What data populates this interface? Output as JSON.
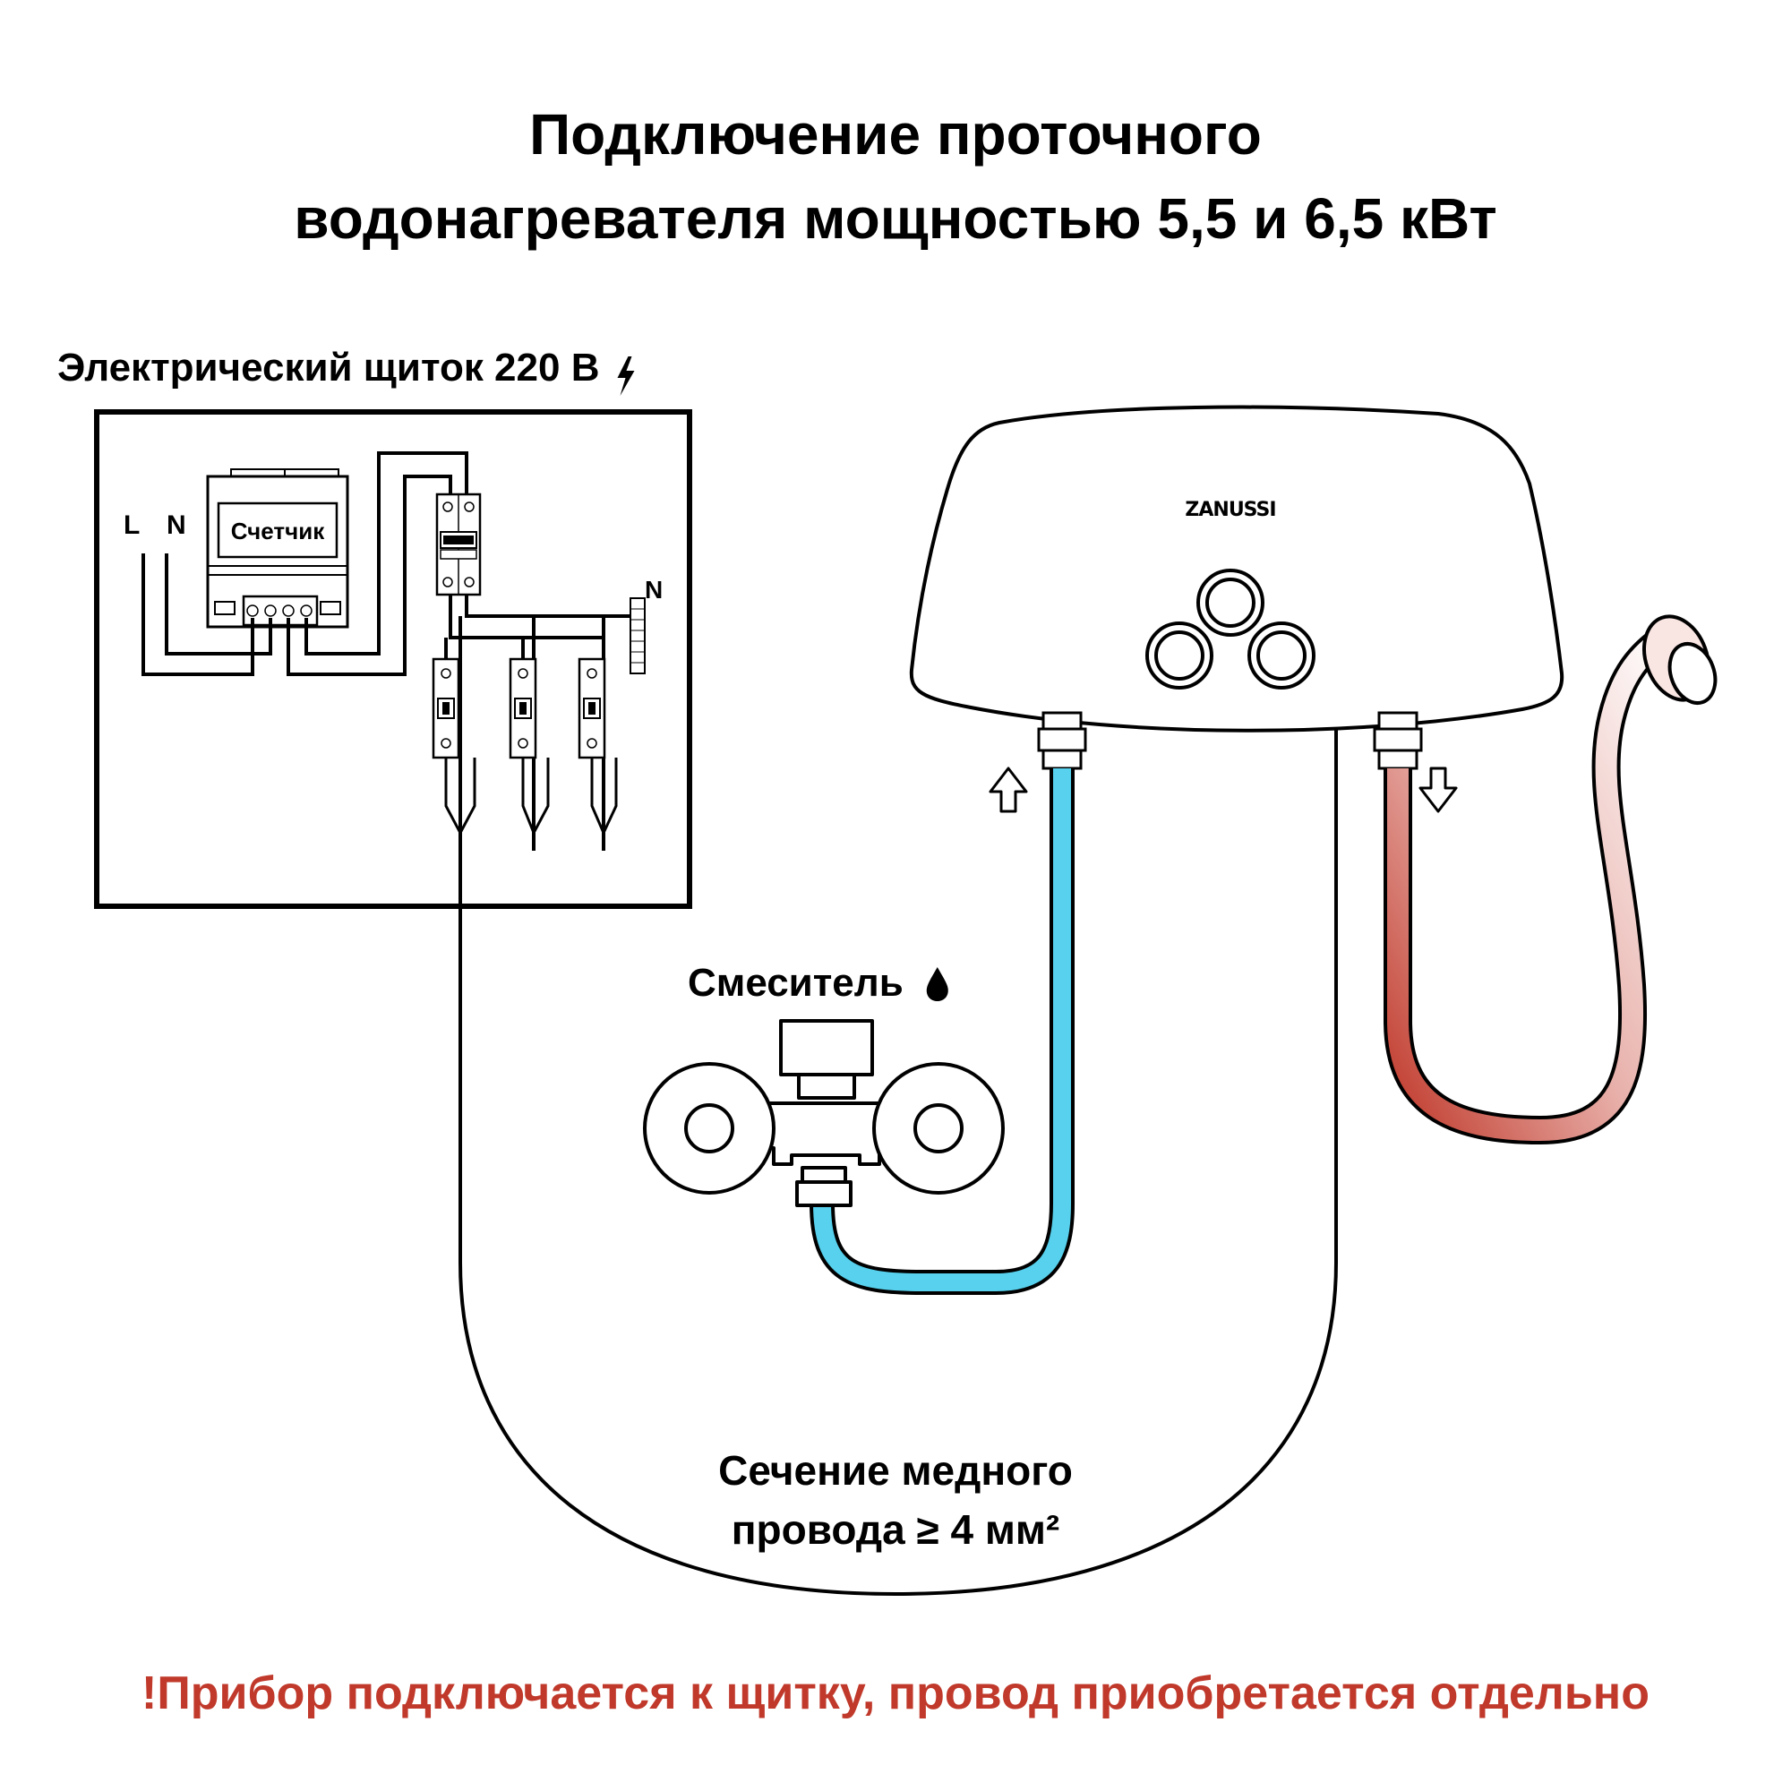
{
  "title": {
    "line1": "Подключение проточного",
    "line2": "водонагревателя мощностью 5,5 и 6,5 кВт"
  },
  "panel": {
    "label": "Электрический щиток 220 В",
    "label_icon": "lightning-icon",
    "meter_label": "Счетчик",
    "L": "L",
    "N_input": "N",
    "N_bus": "N"
  },
  "heater": {
    "brand": "ZANUSSI"
  },
  "mixer": {
    "label": "Смеситель",
    "label_icon": "water-drop-icon"
  },
  "cable": {
    "line1": "Сечение медного",
    "line2": "провода ≥ 4 мм²"
  },
  "warning": "!Прибор подключается к щитку, провод приобретается отдельно",
  "colors": {
    "cold_water": "#57D1ED",
    "hot_water": "#C0392B",
    "warning_text": "#C0392B",
    "line": "#000000"
  }
}
